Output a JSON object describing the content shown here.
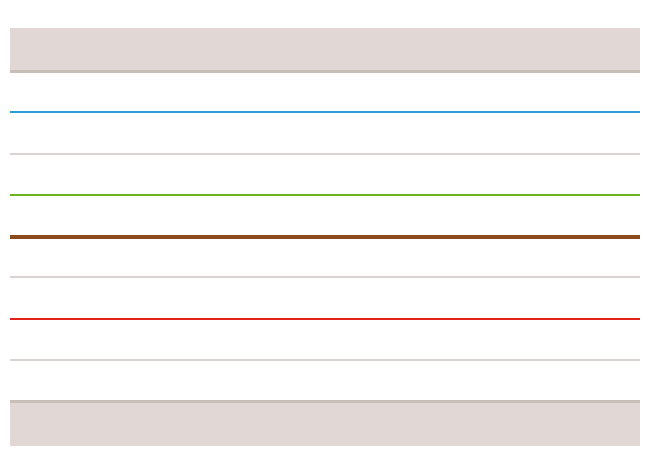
{
  "colors": {
    "band_fill": "#e1d8d5",
    "band_edge": "#c9bdb8",
    "background": "#ffffff"
  },
  "rules": [
    {
      "name": "rule-blue",
      "color": "#2a9fd6"
    },
    {
      "name": "rule-light-gray-1",
      "color": "#d9d4d2"
    },
    {
      "name": "rule-green",
      "color": "#6cb41e"
    },
    {
      "name": "rule-brown",
      "color": "#8b4a1c"
    },
    {
      "name": "rule-light-gray-2",
      "color": "#d9d4d2"
    },
    {
      "name": "rule-red",
      "color": "#e3211c"
    },
    {
      "name": "rule-light-gray-3",
      "color": "#d9d4d2"
    }
  ]
}
